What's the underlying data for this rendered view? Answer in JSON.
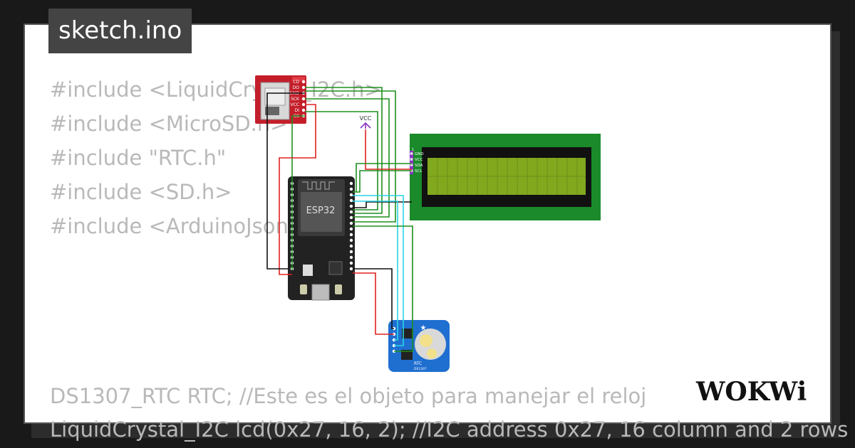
{
  "file": {
    "title": "sketch.ino"
  },
  "code": {
    "lines": [
      "#include <LiquidCrystal_I2C.h>",
      "#include <MicroSD.h>",
      "#include \"RTC.h\"",
      "#include <SD.h>",
      "#include <ArduinoJson.h>"
    ],
    "bottom_lines": [
      "DS1307_RTC RTC; //Este es el objeto para manejar el reloj",
      "LiquidCrystal_I2C lcd(0x27, 16, 2); //I2C address 0x27, 16 column and 2 rows"
    ]
  },
  "components": {
    "microsd": {
      "pins": [
        "CD",
        "DO",
        "GND",
        "SCK",
        "VCC",
        "DI",
        "CS"
      ]
    },
    "esp32": {
      "label": "ESP32"
    },
    "lcd": {
      "pins": [
        "GND",
        "VCC",
        "SDA",
        "SCL"
      ],
      "pin_marker": "1"
    },
    "vcc": {
      "label": "VCC"
    },
    "rtc": {
      "label": "RTC",
      "model": "DS1307"
    }
  },
  "brand": {
    "logo_text": "WOKWi"
  },
  "colors": {
    "wire_green": "#1e8f1e",
    "wire_red": "#e22020",
    "wire_black": "#111111",
    "wire_cyan": "#2ad4e6",
    "wire_purple": "#8a32c8",
    "lcd_board": "#1a8a2a",
    "lcd_screen": "#82a81e",
    "rtc_board": "#1f6fd0",
    "sd_board": "#c41e2a"
  }
}
